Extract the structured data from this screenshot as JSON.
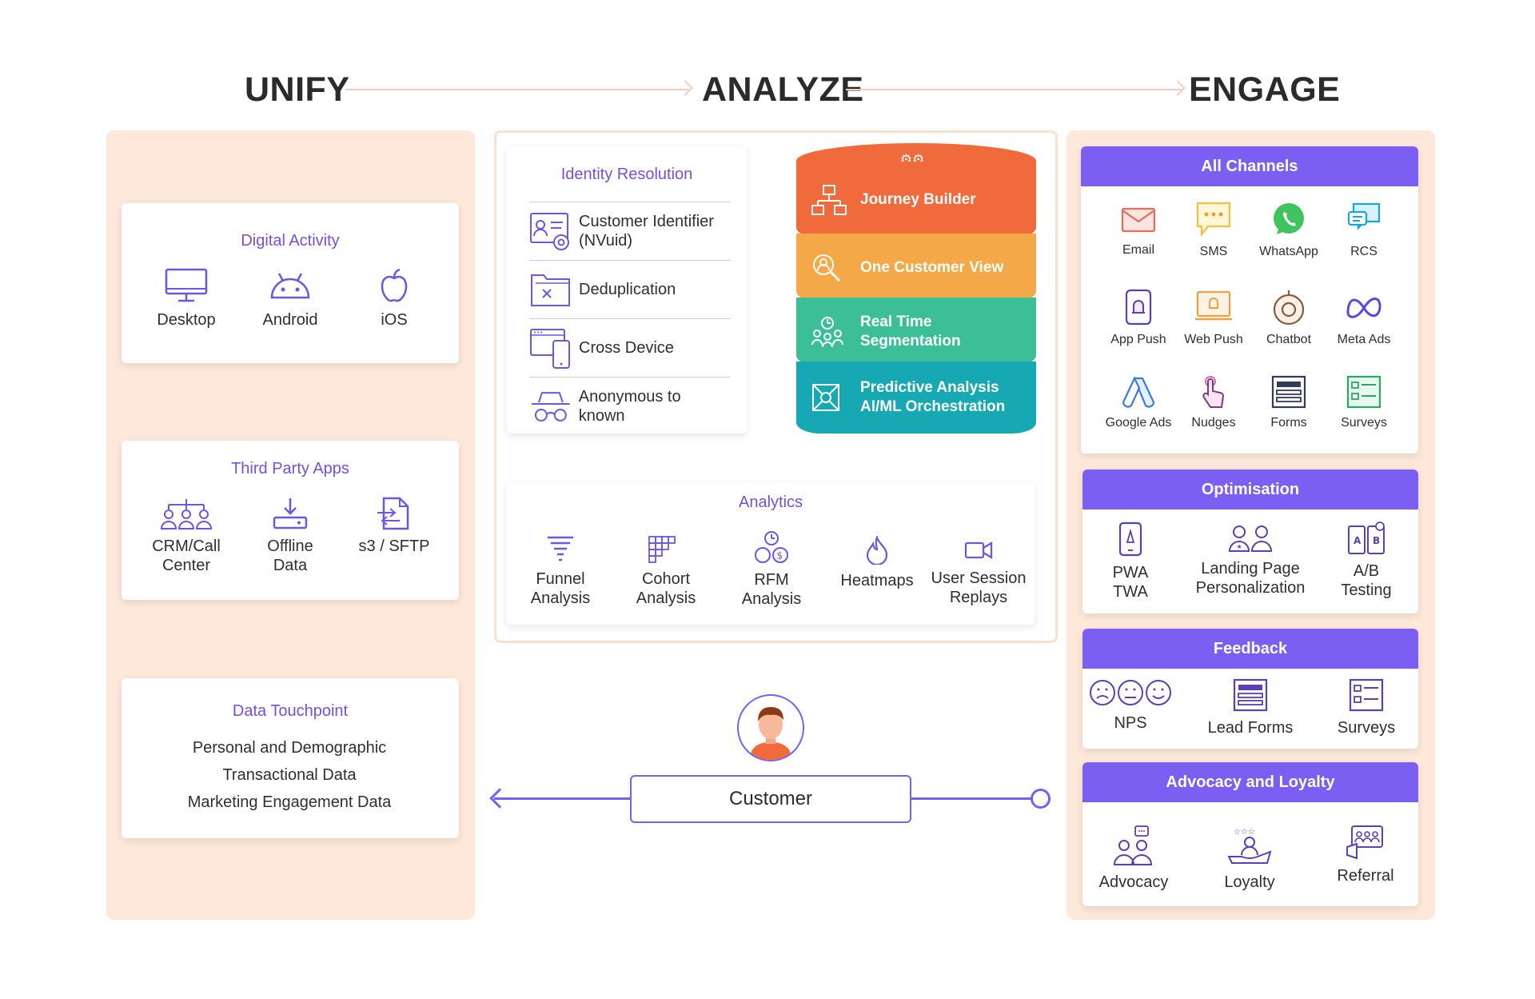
{
  "headers": {
    "unify": "UNIFY",
    "analyze": "ANALYZE",
    "engage": "ENGAGE"
  },
  "colors": {
    "accent": "#7a5ff2",
    "peach": "#fde8da",
    "orange": "#f06a3c",
    "amber": "#f5a847",
    "green": "#3cbf97",
    "teal": "#16a8b3"
  },
  "unify": {
    "digital_activity": {
      "title": "Digital Activity",
      "items": [
        {
          "label": "Desktop",
          "icon": "desktop-icon"
        },
        {
          "label": "Android",
          "icon": "android-icon"
        },
        {
          "label": "iOS",
          "icon": "apple-icon"
        }
      ]
    },
    "third_party": {
      "title": "Third Party Apps",
      "items": [
        {
          "label": "CRM/Call\nCenter",
          "icon": "crm-icon"
        },
        {
          "label": "Offline\nData",
          "icon": "offline-data-icon"
        },
        {
          "label": "s3 / SFTP",
          "icon": "sftp-icon"
        }
      ]
    },
    "data_touchpoint": {
      "title": "Data Touchpoint",
      "lines": [
        "Personal and Demographic",
        "Transactional Data",
        "Marketing Engagement Data"
      ]
    }
  },
  "analyze": {
    "identity": {
      "title": "Identity Resolution",
      "rows": [
        {
          "label": "Customer Identifier\n(NVuid)",
          "icon": "customer-identifier-icon"
        },
        {
          "label": "Deduplication",
          "icon": "deduplication-icon"
        },
        {
          "label": "Cross Device",
          "icon": "cross-device-icon"
        },
        {
          "label": "Anonymous to known",
          "icon": "anonymous-icon"
        }
      ]
    },
    "stack": [
      {
        "label": "Journey Builder",
        "icon": "journey-icon"
      },
      {
        "label": "One Customer View",
        "icon": "customer-view-icon"
      },
      {
        "label": "Real Time\nSegmentation",
        "icon": "segmentation-icon"
      },
      {
        "label": "Predictive Analysis\nAI/ML Orchestration",
        "icon": "predictive-icon"
      }
    ],
    "analytics": {
      "title": "Analytics",
      "items": [
        {
          "label": "Funnel\nAnalysis",
          "icon": "funnel-icon"
        },
        {
          "label": "Cohort\nAnalysis",
          "icon": "cohort-icon"
        },
        {
          "label": "RFM\nAnalysis",
          "icon": "rfm-icon"
        },
        {
          "label": "Heatmaps",
          "icon": "heatmap-icon"
        },
        {
          "label": "User Session\nReplays",
          "icon": "session-replay-icon"
        }
      ]
    }
  },
  "customer": {
    "label": "Customer"
  },
  "engage": {
    "all_channels": {
      "title": "All Channels",
      "items": [
        {
          "label": "Email"
        },
        {
          "label": "SMS"
        },
        {
          "label": "WhatsApp"
        },
        {
          "label": "RCS"
        },
        {
          "label": "App Push"
        },
        {
          "label": "Web Push"
        },
        {
          "label": "Chatbot"
        },
        {
          "label": "Meta Ads"
        },
        {
          "label": "Google Ads"
        },
        {
          "label": "Nudges"
        },
        {
          "label": "Forms"
        },
        {
          "label": "Surveys"
        }
      ]
    },
    "optimisation": {
      "title": "Optimisation",
      "items": [
        {
          "label": "PWA\nTWA"
        },
        {
          "label": "Landing Page\nPersonalization"
        },
        {
          "label": "A/B\nTesting"
        }
      ]
    },
    "feedback": {
      "title": "Feedback",
      "items": [
        {
          "label": "NPS"
        },
        {
          "label": "Lead Forms"
        },
        {
          "label": "Surveys"
        }
      ]
    },
    "advocacy": {
      "title": "Advocacy and Loyalty",
      "items": [
        {
          "label": "Advocacy"
        },
        {
          "label": "Loyalty"
        },
        {
          "label": "Referral"
        }
      ]
    }
  }
}
